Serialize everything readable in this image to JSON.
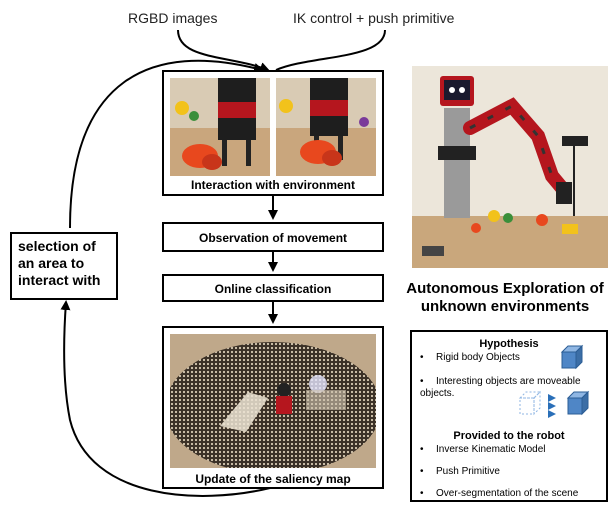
{
  "inputs": {
    "rgbd": "RGBD images",
    "ik": "IK control + push primitive"
  },
  "flow": {
    "interaction": "Interaction with environment",
    "observation": "Observation of movement",
    "classification": "Online classification",
    "update": "Update of the saliency map"
  },
  "side": {
    "selection": "selection of an area to interact with"
  },
  "robot_photo": {
    "caption": "Autonomous Exploration of unknown environments"
  },
  "info": {
    "hypothesis_title": "Hypothesis",
    "hypothesis_items": [
      "Rigid body Objects",
      "Interesting objects are moveable objects."
    ],
    "provided_title": "Provided to the robot",
    "provided_items": [
      "Inverse Kinematic Model",
      "Push Primitive",
      "Over-segmentation of the scene"
    ],
    "bullet": "•"
  },
  "colors": {
    "cube_fill": "#4f86c6",
    "cube_top": "#8fb6e3",
    "robot_red": "#b5161e",
    "arrow": "#2a6fb8"
  }
}
